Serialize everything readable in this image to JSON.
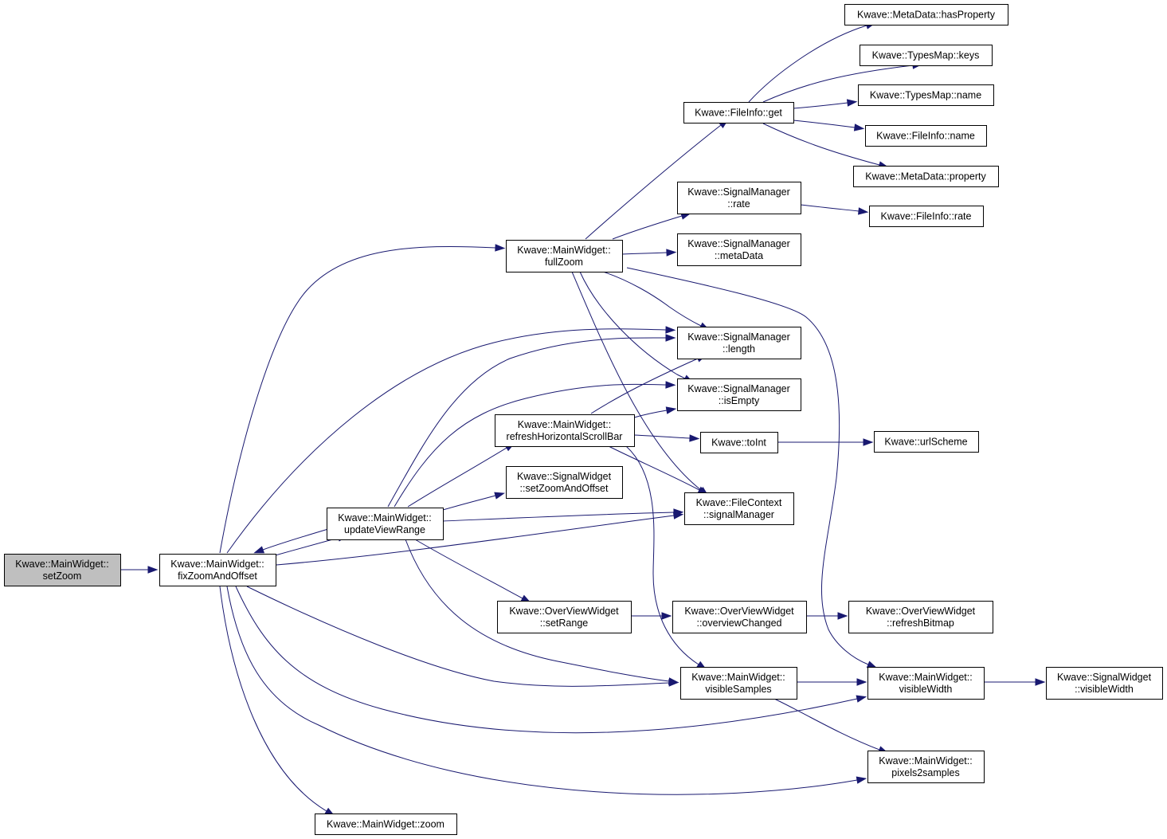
{
  "nodes": [
    {
      "id": "setZoom",
      "lines": [
        "Kwave::MainWidget::",
        "setZoom"
      ],
      "root": true
    },
    {
      "id": "fixZoom",
      "lines": [
        "Kwave::MainWidget::",
        "fixZoomAndOffset"
      ]
    },
    {
      "id": "updateView",
      "lines": [
        "Kwave::MainWidget::",
        "updateViewRange"
      ]
    },
    {
      "id": "fullZoom",
      "lines": [
        "Kwave::MainWidget::",
        "fullZoom"
      ]
    },
    {
      "id": "refreshHSB",
      "lines": [
        "Kwave::MainWidget::",
        "refreshHorizontalScrollBar"
      ]
    },
    {
      "id": "swSetZoom",
      "lines": [
        "Kwave::SignalWidget",
        "::setZoomAndOffset"
      ]
    },
    {
      "id": "ovSetRange",
      "lines": [
        "Kwave::OverViewWidget",
        "::setRange"
      ]
    },
    {
      "id": "zoom",
      "lines": [
        "Kwave::MainWidget::zoom"
      ]
    },
    {
      "id": "fiGet",
      "lines": [
        "Kwave::FileInfo::get"
      ]
    },
    {
      "id": "smRate",
      "lines": [
        "Kwave::SignalManager",
        "::rate"
      ]
    },
    {
      "id": "smMeta",
      "lines": [
        "Kwave::SignalManager",
        "::metaData"
      ]
    },
    {
      "id": "smLength",
      "lines": [
        "Kwave::SignalManager",
        "::length"
      ]
    },
    {
      "id": "smIsEmpty",
      "lines": [
        "Kwave::SignalManager",
        "::isEmpty"
      ]
    },
    {
      "id": "toInt",
      "lines": [
        "Kwave::toInt"
      ]
    },
    {
      "id": "fcSigMgr",
      "lines": [
        "Kwave::FileContext",
        "::signalManager"
      ]
    },
    {
      "id": "ovChanged",
      "lines": [
        "Kwave::OverViewWidget",
        "::overviewChanged"
      ]
    },
    {
      "id": "visSamples",
      "lines": [
        "Kwave::MainWidget::",
        "visibleSamples"
      ]
    },
    {
      "id": "mdHasProp",
      "lines": [
        "Kwave::MetaData::hasProperty"
      ]
    },
    {
      "id": "tmKeys",
      "lines": [
        "Kwave::TypesMap::keys"
      ]
    },
    {
      "id": "tmName",
      "lines": [
        "Kwave::TypesMap::name"
      ]
    },
    {
      "id": "fiName",
      "lines": [
        "Kwave::FileInfo::name"
      ]
    },
    {
      "id": "mdProperty",
      "lines": [
        "Kwave::MetaData::property"
      ]
    },
    {
      "id": "fiRate",
      "lines": [
        "Kwave::FileInfo::rate"
      ]
    },
    {
      "id": "urlScheme",
      "lines": [
        "Kwave::urlScheme"
      ]
    },
    {
      "id": "ovRefresh",
      "lines": [
        "Kwave::OverViewWidget",
        "::refreshBitmap"
      ]
    },
    {
      "id": "visWidth",
      "lines": [
        "Kwave::MainWidget::",
        "visibleWidth"
      ]
    },
    {
      "id": "pix2samp",
      "lines": [
        "Kwave::MainWidget::",
        "pixels2samples"
      ]
    },
    {
      "id": "swVisWidth",
      "lines": [
        "Kwave::SignalWidget",
        "::visibleWidth"
      ]
    }
  ],
  "edges": [
    [
      "setZoom",
      "fixZoom"
    ],
    [
      "fixZoom",
      "updateView"
    ],
    [
      "updateView",
      "fixZoom"
    ],
    [
      "fixZoom",
      "fullZoom"
    ],
    [
      "fixZoom",
      "smLength"
    ],
    [
      "fixZoom",
      "fcSigMgr"
    ],
    [
      "fixZoom",
      "visSamples"
    ],
    [
      "fixZoom",
      "visWidth"
    ],
    [
      "fixZoom",
      "pix2samp"
    ],
    [
      "fixZoom",
      "zoom"
    ],
    [
      "updateView",
      "refreshHSB"
    ],
    [
      "updateView",
      "swSetZoom"
    ],
    [
      "updateView",
      "ovSetRange"
    ],
    [
      "updateView",
      "smLength"
    ],
    [
      "updateView",
      "smIsEmpty"
    ],
    [
      "updateView",
      "fcSigMgr"
    ],
    [
      "updateView",
      "visSamples"
    ],
    [
      "fullZoom",
      "fiGet"
    ],
    [
      "fullZoom",
      "smRate"
    ],
    [
      "fullZoom",
      "smMeta"
    ],
    [
      "fullZoom",
      "smLength"
    ],
    [
      "fullZoom",
      "smIsEmpty"
    ],
    [
      "fullZoom",
      "fcSigMgr"
    ],
    [
      "fullZoom",
      "visWidth"
    ],
    [
      "refreshHSB",
      "smLength"
    ],
    [
      "refreshHSB",
      "smIsEmpty"
    ],
    [
      "refreshHSB",
      "toInt"
    ],
    [
      "refreshHSB",
      "fcSigMgr"
    ],
    [
      "refreshHSB",
      "visSamples"
    ],
    [
      "ovSetRange",
      "ovChanged"
    ],
    [
      "ovChanged",
      "ovRefresh"
    ],
    [
      "fiGet",
      "mdHasProp"
    ],
    [
      "fiGet",
      "tmKeys"
    ],
    [
      "fiGet",
      "tmName"
    ],
    [
      "fiGet",
      "fiName"
    ],
    [
      "fiGet",
      "mdProperty"
    ],
    [
      "smRate",
      "fiRate"
    ],
    [
      "toInt",
      "urlScheme"
    ],
    [
      "visSamples",
      "visWidth"
    ],
    [
      "visSamples",
      "pix2samp"
    ],
    [
      "visWidth",
      "swVisWidth"
    ]
  ]
}
